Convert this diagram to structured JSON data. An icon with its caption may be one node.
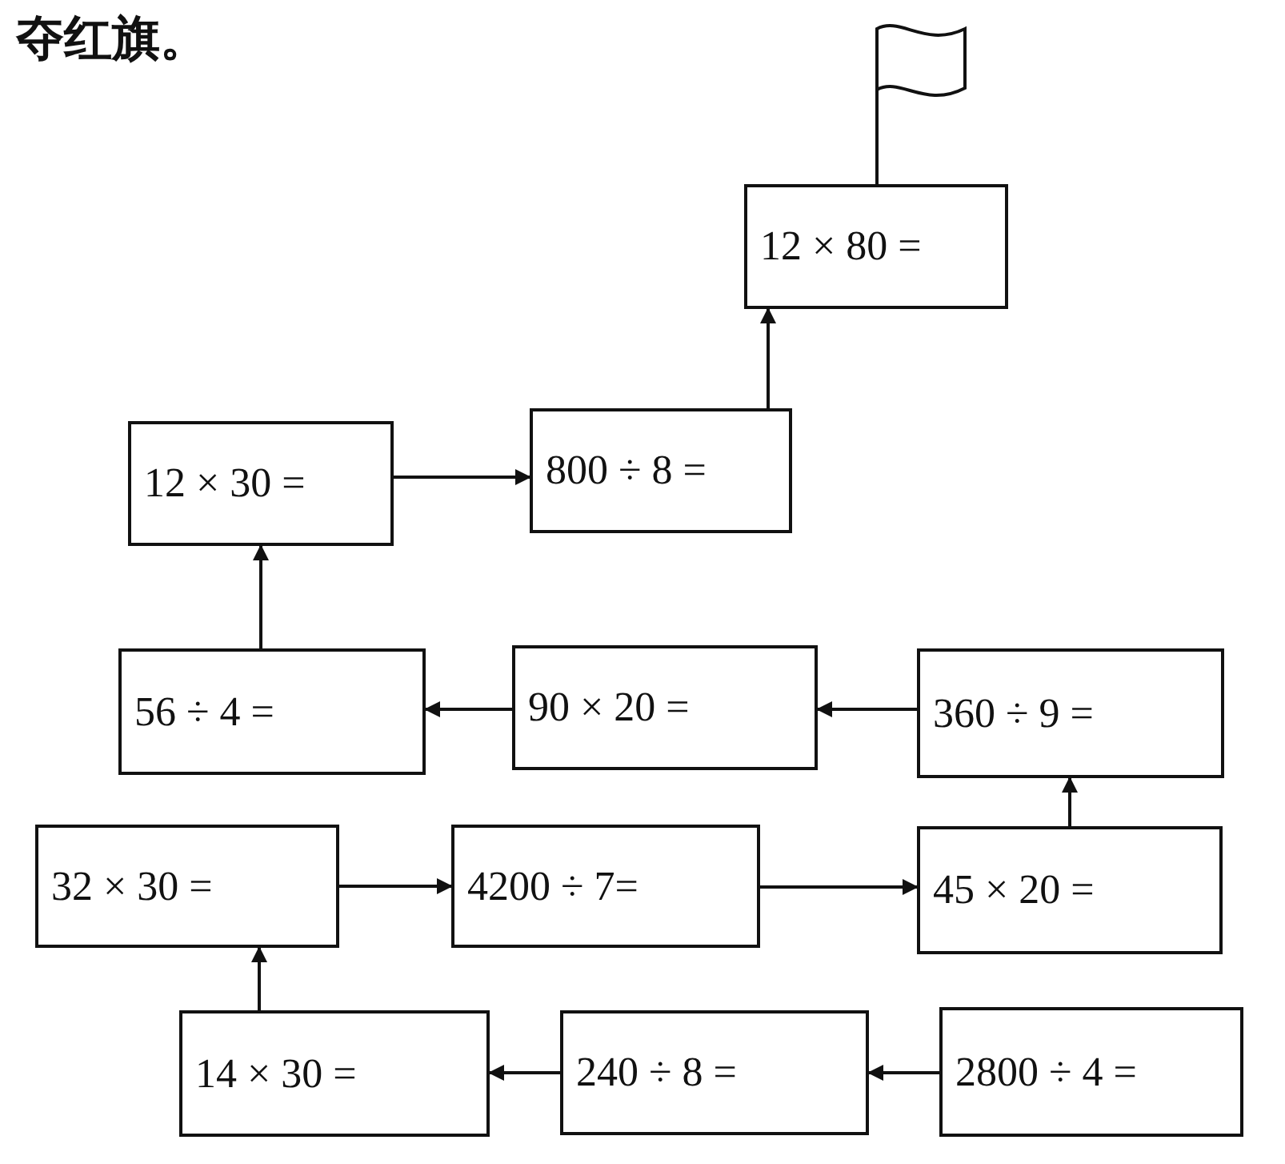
{
  "diagram": {
    "title": "夺红旗。",
    "nodes": [
      {
        "text": [
          "12 × 80 ="
        ]
      },
      {
        "text": [
          "12 × 30 ="
        ]
      },
      {
        "text": [
          "800 ÷ 8 ="
        ]
      },
      {
        "text": [
          "56 ÷ 4 ="
        ]
      },
      {
        "text": [
          "90 × 20 ="
        ]
      },
      {
        "text": [
          "360 ÷ 9 ="
        ]
      },
      {
        "text": [
          "32 × 30 ="
        ]
      },
      {
        "text": [
          "4200 ÷ 7="
        ]
      },
      {
        "text": [
          "45 × 20 ="
        ]
      },
      {
        "text": [
          "14 × 30 ="
        ]
      },
      {
        "text": [
          "240 ÷ 8 ="
        ]
      },
      {
        "text": [
          "2800 ÷ 4 ="
        ]
      }
    ],
    "edges": [
      {
        "from": 11,
        "to": 10,
        "arrow": "to"
      },
      {
        "from": 10,
        "to": 9,
        "arrow": "to"
      },
      {
        "from": 9,
        "to": 6,
        "arrow": "to"
      },
      {
        "from": 6,
        "to": 7,
        "arrow": "to"
      },
      {
        "from": 7,
        "to": 8,
        "arrow": "to"
      },
      {
        "from": 8,
        "to": 5,
        "arrow": "to"
      },
      {
        "from": 5,
        "to": 4,
        "arrow": "to"
      },
      {
        "from": 4,
        "to": 3,
        "arrow": "to"
      },
      {
        "from": 3,
        "to": 1,
        "arrow": "to"
      },
      {
        "from": 1,
        "to": 2,
        "arrow": "to"
      },
      {
        "from": 2,
        "to": 0,
        "arrow": "to"
      }
    ]
  }
}
